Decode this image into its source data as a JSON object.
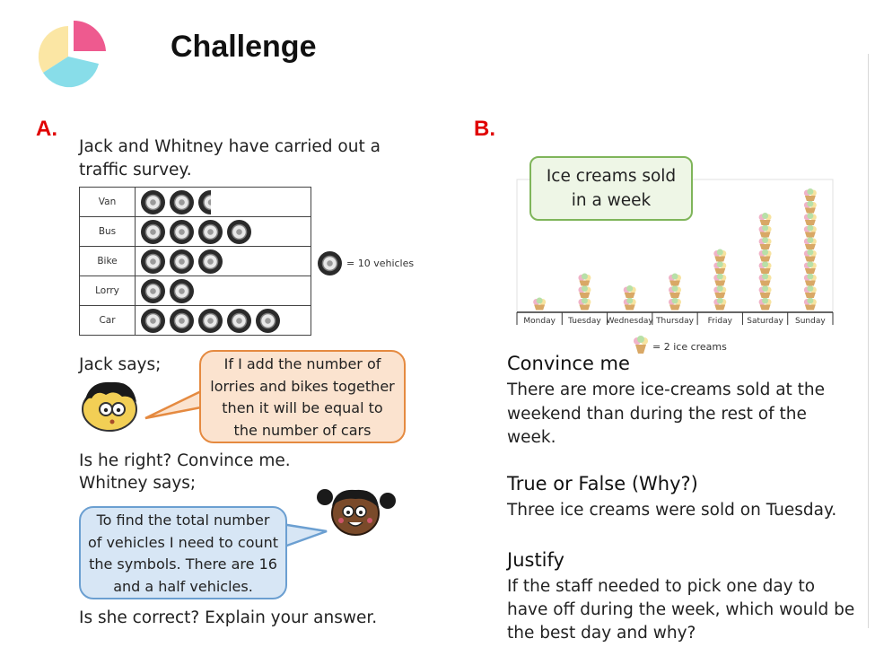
{
  "title": "Challenge",
  "section_a": {
    "label": "A.",
    "intro_line1": "Jack and Whitney have carried out a",
    "intro_line2": "traffic survey.",
    "table_rows": [
      {
        "label": "Van",
        "symbols": 2.5
      },
      {
        "label": "Bus",
        "symbols": 4
      },
      {
        "label": "Bike",
        "symbols": 3
      },
      {
        "label": "Lorry",
        "symbols": 2
      },
      {
        "label": "Car",
        "symbols": 5
      }
    ],
    "key_text": "= 10 vehicles",
    "jack_says": "Jack says;",
    "jack_bubble": [
      "If I add the number of",
      "lorries and bikes together",
      "then it will be equal to",
      "the number of cars"
    ],
    "question1": "Is he right? Convince me.",
    "whitney_says": "Whitney says;",
    "whitney_bubble": [
      "To find the total number",
      "of vehicles I need to count",
      "the symbols. There are 16",
      "and a half vehicles."
    ],
    "question2": "Is she correct? Explain your answer."
  },
  "section_b": {
    "label": "B.",
    "key_text": "= 2 ice creams",
    "convince_heading": "Convince me",
    "convince_text": [
      "There are more ice-creams sold at the",
      "weekend than during the rest of the",
      "week."
    ],
    "tf_heading": "True or False (Why?)",
    "tf_text": "Three ice creams were sold on Tuesday.",
    "justify_heading": "Justify",
    "justify_text": [
      "If the staff needed to pick one day to",
      "have off during the week, which would be",
      "the best day and why?"
    ]
  },
  "chart_data": {
    "type": "bar",
    "title": "Ice creams sold in a week",
    "title_lines": [
      "Ice creams sold",
      "in a week"
    ],
    "categories": [
      "Monday",
      "Tuesday",
      "Wednesday",
      "Thursday",
      "Friday",
      "Saturday",
      "Sunday"
    ],
    "symbols": [
      1,
      3,
      2,
      3,
      5,
      8,
      10
    ],
    "symbol_value": 2
  },
  "colors": {
    "label_red": "#e00000",
    "orange_border": "#e58a40",
    "blue_border": "#6b9fd1",
    "green_border": "#7fb55a"
  }
}
